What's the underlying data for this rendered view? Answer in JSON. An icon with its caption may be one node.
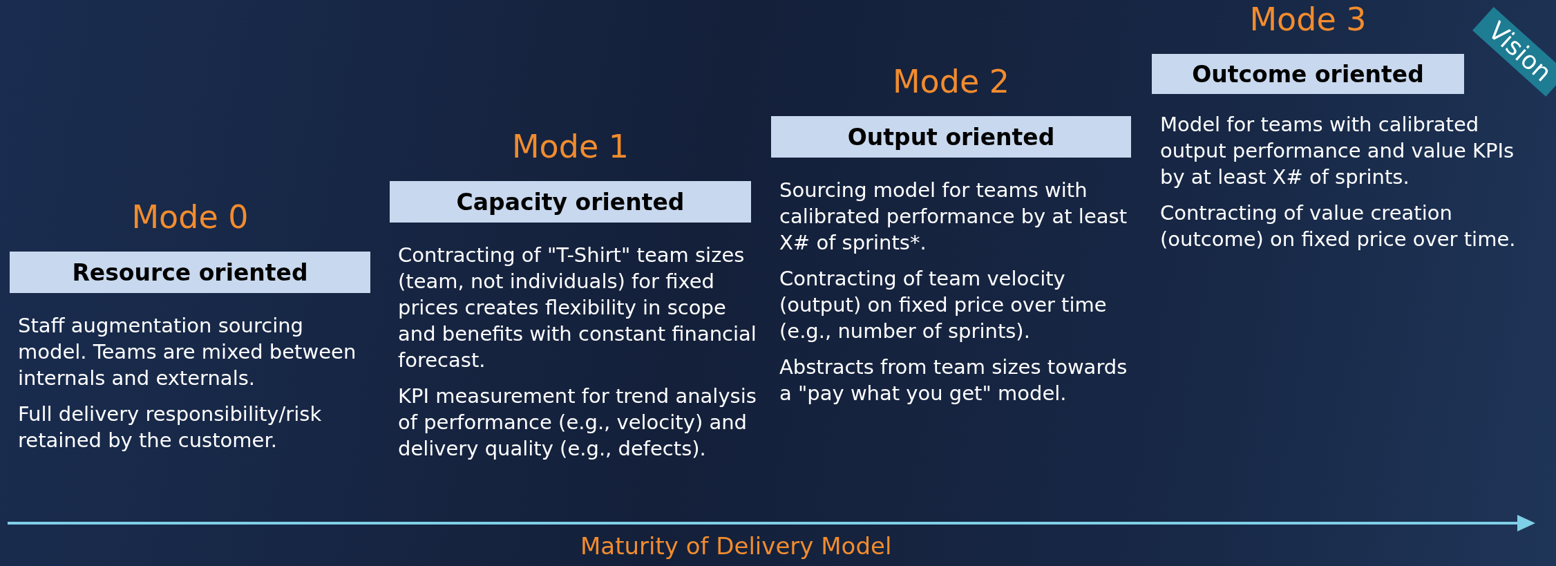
{
  "diagram": {
    "nodes": [
      {
        "text": [
          "Mode 0",
          "Resource oriented"
        ],
        "beside": [
          "Staff augmentation sourcing model. Teams are mixed between internals and externals.",
          "Full delivery responsibility/risk retained by the customer."
        ]
      },
      {
        "text": [
          "Mode 1",
          "Capacity oriented"
        ],
        "beside": [
          "Contracting of \"T-Shirt\" team sizes (team, not individuals) for fixed prices creates flexibility in scope and benefits with constant financial forecast.",
          "KPI measurement for trend analysis of performance (e.g., velocity) and delivery quality (e.g., defects)."
        ]
      },
      {
        "text": [
          "Mode 2",
          "Output oriented"
        ],
        "beside": [
          "Sourcing model for teams with calibrated performance by at least X# of sprints*.",
          "Contracting of team velocity (output) on fixed price over time (e.g., number of sprints).",
          "Abstracts from team sizes towards a \"pay what you get\" model."
        ]
      },
      {
        "text": [
          "Mode 3",
          "Outcome oriented"
        ],
        "beside": [
          "Model for teams with calibrated output performance and value KPIs by at least X# of sprints.",
          "Contracting of value creation (outcome) on fixed price over time."
        ]
      },
      {
        "text": [
          "Vision"
        ]
      }
    ],
    "edges": [],
    "labels": [
      "Maturity of Delivery Model"
    ]
  }
}
